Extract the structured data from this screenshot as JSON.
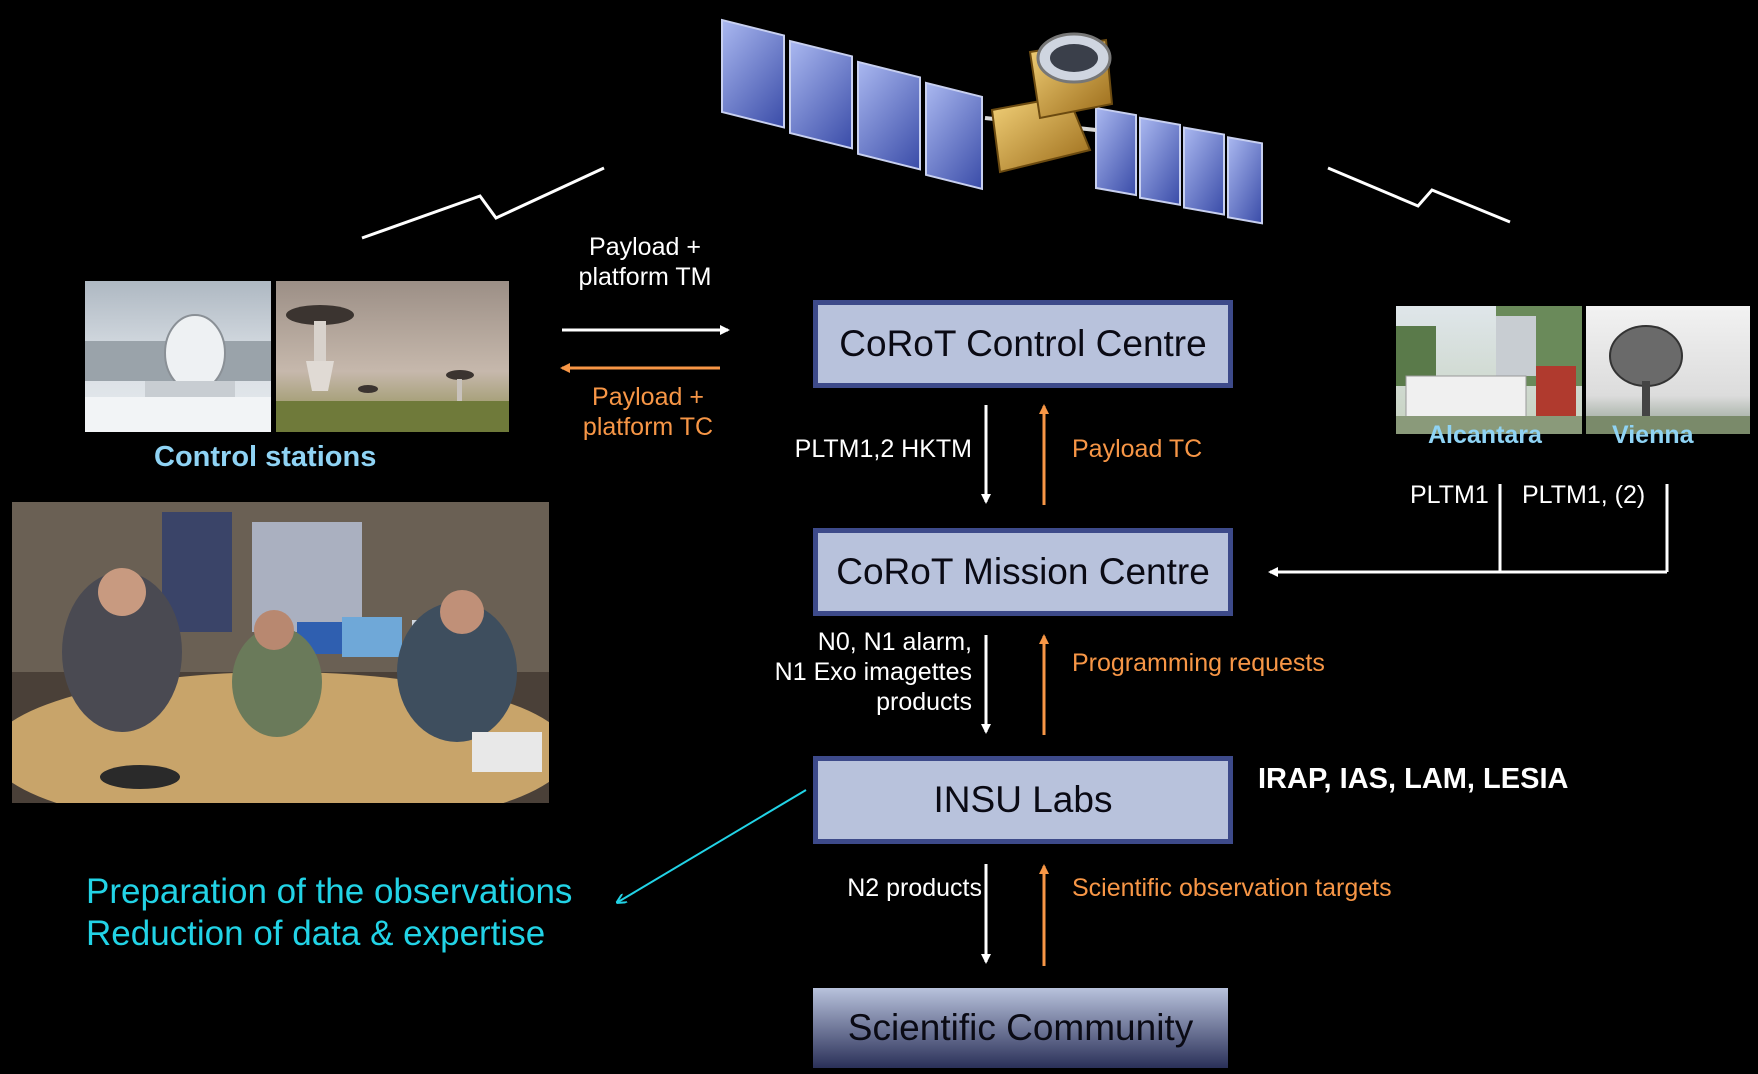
{
  "boxes": {
    "control_centre": "CoRoT Control Centre",
    "mission_centre": "CoRoT Mission Centre",
    "insu_labs": "INSU Labs",
    "scientific_community": "Scientific Community"
  },
  "flows": {
    "payload_tm": [
      "Payload +",
      "platform TM"
    ],
    "payload_tc": [
      "Payload +",
      "platform TC"
    ],
    "pltm_hktm": "PLTM1,2  HKTM",
    "payload_tc_down": "Payload TC",
    "n0_products": [
      "N0, N1 alarm,",
      "N1 Exo imagettes",
      "products"
    ],
    "programming_requests": "Programming requests",
    "n2_products": "N2 products",
    "science_targets": "Scientific observation targets",
    "pltm1": "PLTM1",
    "pltm1_2": "PLTM1, (2)"
  },
  "stations": {
    "control_stations": "Control stations",
    "alcantara": "Alcantara",
    "vienna": "Vienna"
  },
  "labs": "IRAP, IAS, LAM, LESIA",
  "notes": [
    "Preparation of the observations",
    "Reduction of data & expertise"
  ],
  "colors": {
    "box_fill": "#b8c2dc",
    "box_border": "#3d4a8a",
    "tc_arrow": "#f79646",
    "station_label": "#8fd3f4",
    "note_text": "#22d3e6"
  }
}
